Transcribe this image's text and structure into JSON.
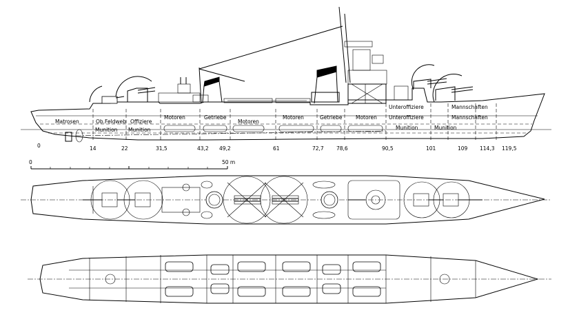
{
  "profile": {
    "compartments": [
      {
        "id": "matrosen",
        "text": "Matrosen"
      },
      {
        "id": "obfeldweb",
        "text": "Ob.Feldweb"
      },
      {
        "id": "offiziere",
        "text": "Offiziere"
      },
      {
        "id": "motoren1",
        "text": "Motoren"
      },
      {
        "id": "getriebe1",
        "text": "Getriebe"
      },
      {
        "id": "motoren2",
        "text": "Motoren"
      },
      {
        "id": "motoren3",
        "text": "Motoren"
      },
      {
        "id": "getriebe2",
        "text": "Getriebe"
      },
      {
        "id": "motoren4",
        "text": "Motoren"
      },
      {
        "id": "unteroff1",
        "text": "Unteroffiziere"
      },
      {
        "id": "unteroff2",
        "text": "Unteroffiziere"
      },
      {
        "id": "mann1",
        "text": "Mannschaften"
      },
      {
        "id": "mann2",
        "text": "Mannschaften"
      },
      {
        "id": "munition1",
        "text": "Munition"
      },
      {
        "id": "munition2",
        "text": "Munition"
      },
      {
        "id": "munition3",
        "text": "Munition"
      },
      {
        "id": "munition4",
        "text": "Munition"
      }
    ],
    "frames": [
      "0",
      "14",
      "22",
      "31,5",
      "43,2",
      "49,2",
      "61",
      "72,7",
      "78,6",
      "90,5",
      "101",
      "109",
      "114,3",
      "119,5"
    ]
  },
  "scale": {
    "start": "0",
    "end": "50 m"
  }
}
